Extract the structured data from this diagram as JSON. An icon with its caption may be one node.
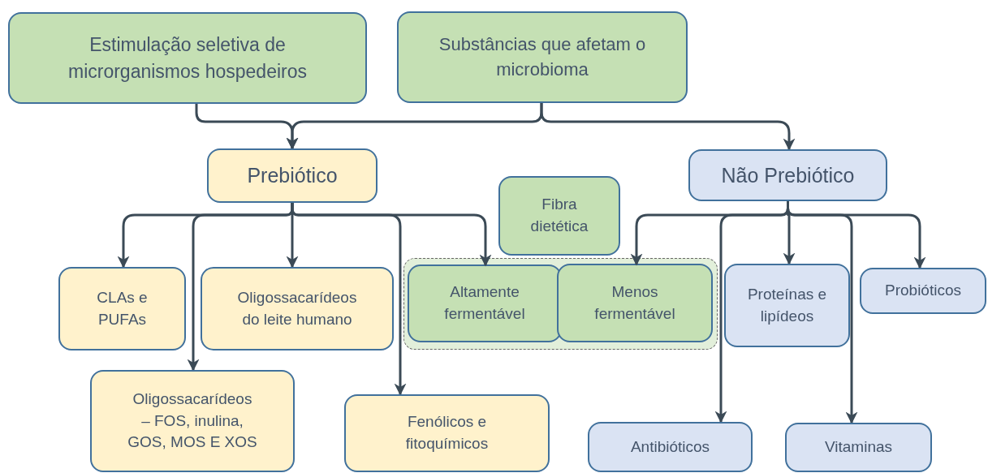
{
  "diagram": {
    "nodes": [
      {
        "text": [
          "Estimulação seletiva de microrganismos hospedeiros"
        ]
      },
      {
        "text": [
          "Substâncias que afetam o microbioma"
        ]
      },
      {
        "text": [
          "Prebiótico"
        ]
      },
      {
        "text": [
          "Não Prebiótico"
        ]
      },
      {
        "text": [],
        "shape": "box"
      },
      {
        "text": [
          "Fibra dietética"
        ]
      },
      {
        "text": [
          "Altamente fermentável"
        ],
        "in": 4
      },
      {
        "text": [
          "Menos fermentável"
        ],
        "in": 4
      },
      {
        "text": [
          "CLAs e PUFAs"
        ]
      },
      {
        "text": [
          "Oligossacarídeos do leite humano"
        ]
      },
      {
        "text": [
          "Oligossacarídeos – FOS, inulina, GOS, MOS E XOS"
        ]
      },
      {
        "text": [
          "Fenólicos e fitoquímicos"
        ]
      },
      {
        "text": [
          "Proteínas e lipídeos"
        ]
      },
      {
        "text": [
          "Probióticos"
        ]
      },
      {
        "text": [
          "Antibióticos"
        ]
      },
      {
        "text": [
          "Vitaminas"
        ]
      }
    ],
    "edges": [
      {
        "from": 0,
        "to": 2,
        "arrow": "to"
      },
      {
        "from": 1,
        "to": 2,
        "arrow": "to"
      },
      {
        "from": 1,
        "to": 3,
        "arrow": "to"
      },
      {
        "from": 2,
        "to": 8,
        "arrow": "to"
      },
      {
        "from": 2,
        "to": 10,
        "arrow": "to"
      },
      {
        "from": 2,
        "to": 9,
        "arrow": "to"
      },
      {
        "from": 2,
        "to": 11,
        "arrow": "to"
      },
      {
        "from": 2,
        "to": 6,
        "arrow": "to"
      },
      {
        "from": 3,
        "to": 7,
        "arrow": "to"
      },
      {
        "from": 3,
        "to": 14,
        "arrow": "to"
      },
      {
        "from": 3,
        "to": 12,
        "arrow": "to"
      },
      {
        "from": 3,
        "to": 15,
        "arrow": "to"
      },
      {
        "from": 3,
        "to": 13,
        "arrow": "to"
      }
    ]
  }
}
